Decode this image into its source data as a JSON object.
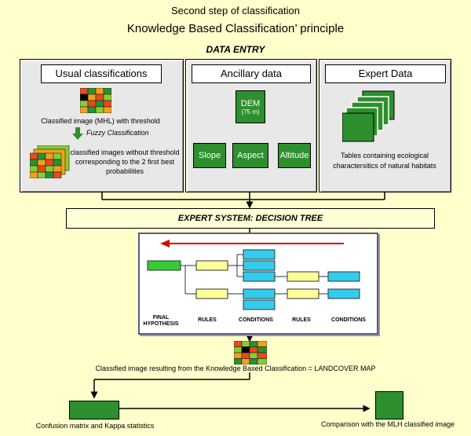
{
  "header": {
    "subtitle": "Second step of classification",
    "title": "Knowledge Based Classification’ principle",
    "data_entry": "DATA ENTRY"
  },
  "panels": {
    "usual": {
      "label": "Usual classifications",
      "mhl_caption": "Classified image (MHL) with threshold",
      "fuzzy": "Fuzzy Classification",
      "no_threshold_caption": "classified images without threshold corresponding to the 2 first best probabilities"
    },
    "ancillary": {
      "label": "Ancillary data",
      "dem": "DEM",
      "dem_res": "(75 m)",
      "children": [
        "Slope",
        "Aspect",
        "Altitude"
      ]
    },
    "expert": {
      "label": "Expert Data",
      "caption": "Tables containing ecological charactersitics of natural habitats"
    }
  },
  "expert_system": {
    "label": "EXPERT SYSTEM: DECISION TREE",
    "tree_labels": [
      "FINAL HYPOTHESIS",
      "RULES",
      "CONDITIONS",
      "RULES",
      "CONDITIONS"
    ]
  },
  "result": {
    "caption": "Classified image resulting from the Knowledge Based Classification = LANDCOVER MAP"
  },
  "outputs": {
    "left": "Confusion matrix and Kappa statistics",
    "right": "Comparison with the MLH classified image"
  },
  "colors": {
    "background": "#ffffcc",
    "green": "#2d8f2d",
    "tree_green": "#33cc33",
    "tree_yellow": "#ffff99",
    "tree_cyan": "#33ccee",
    "arrow_red": "#dd0000"
  }
}
